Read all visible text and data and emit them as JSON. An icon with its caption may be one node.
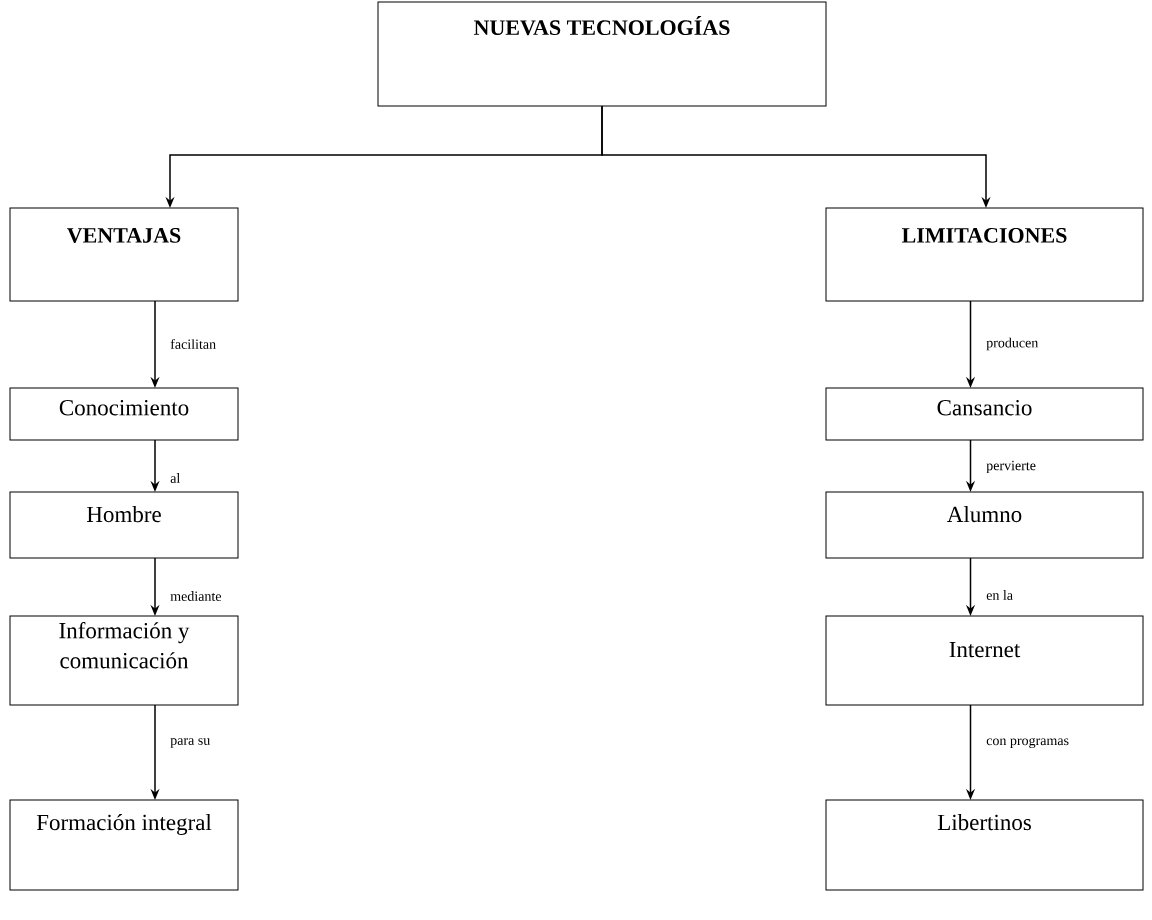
{
  "diagram": {
    "nodes": [
      {
        "text": [
          "NUEVAS TECNOLOGÍAS"
        ]
      },
      {
        "text": [
          "VENTAJAS"
        ]
      },
      {
        "text": [
          "LIMITACIONES"
        ]
      },
      {
        "text": [
          "Conocimiento"
        ]
      },
      {
        "text": [
          "Cansancio"
        ]
      },
      {
        "text": [
          "Hombre"
        ]
      },
      {
        "text": [
          "Alumno"
        ]
      },
      {
        "text": [
          "Información y comunicación"
        ]
      },
      {
        "text": [
          "Internet"
        ]
      },
      {
        "text": [
          "Formación integral"
        ]
      },
      {
        "text": [
          "Libertinos"
        ]
      }
    ],
    "edges": [
      {
        "from": 0,
        "to": 1,
        "arrow": "to"
      },
      {
        "from": 0,
        "to": 2,
        "arrow": "to"
      },
      {
        "from": 1,
        "to": 3,
        "arrow": "to",
        "label": "facilitan"
      },
      {
        "from": 3,
        "to": 5,
        "arrow": "to",
        "label": "al"
      },
      {
        "from": 5,
        "to": 7,
        "arrow": "to",
        "label": "mediante"
      },
      {
        "from": 7,
        "to": 9,
        "arrow": "to",
        "label": "para su"
      },
      {
        "from": 2,
        "to": 4,
        "arrow": "to",
        "label": "producen"
      },
      {
        "from": 4,
        "to": 6,
        "arrow": "to",
        "label": "pervierte"
      },
      {
        "from": 6,
        "to": 8,
        "arrow": "to",
        "label": "en la"
      },
      {
        "from": 8,
        "to": 10,
        "arrow": "to",
        "label": "con programas"
      }
    ]
  }
}
